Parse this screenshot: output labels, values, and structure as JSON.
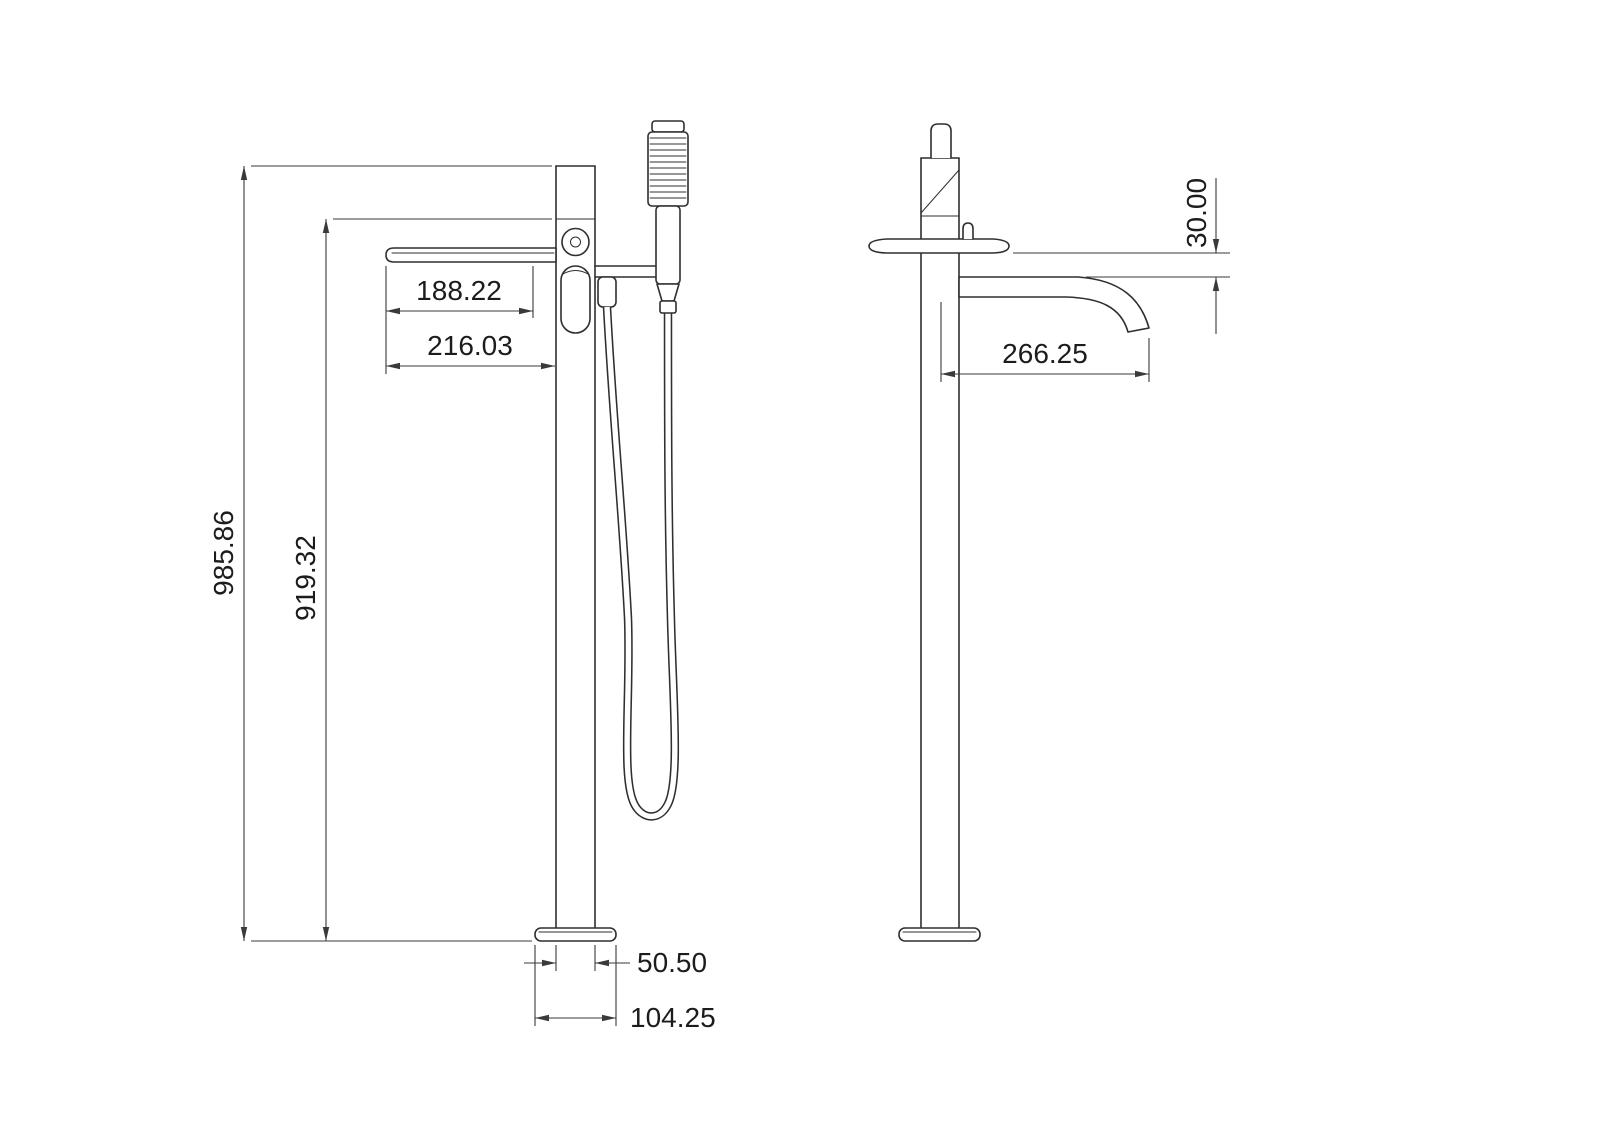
{
  "colors": {
    "background": "#ffffff",
    "line": "#2f2f2f",
    "dimension_line": "#3a3a3a",
    "text": "#1c1c1c"
  },
  "dimensions": {
    "front": {
      "overall_height": "985.86",
      "height_to_spout": "919.32",
      "spout_inner": "188.22",
      "spout_outer": "216.03",
      "column_width": "50.50",
      "base_width": "104.25"
    },
    "side": {
      "spout_reach": "266.25",
      "plate_to_spout_drop": "30.00"
    }
  }
}
